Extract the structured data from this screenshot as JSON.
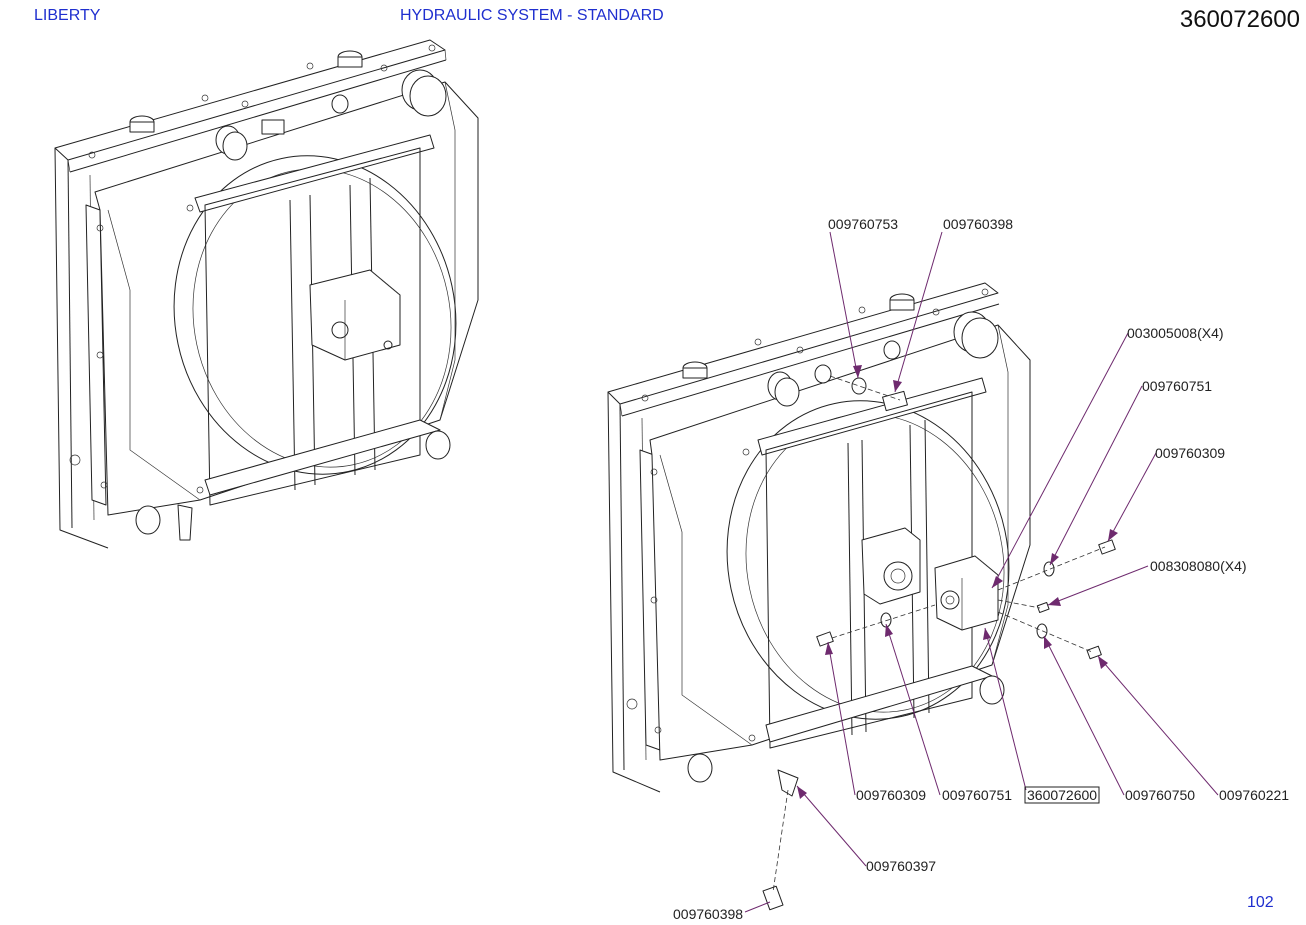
{
  "header": {
    "brand": "LIBERTY",
    "system": "HYDRAULIC SYSTEM - STANDARD",
    "document_number": "360072600"
  },
  "footer": {
    "page_number": "102"
  },
  "callouts": [
    {
      "id": "c1",
      "label": "009760753"
    },
    {
      "id": "c2",
      "label": "009760398"
    },
    {
      "id": "c3",
      "label": "003005008(X4)"
    },
    {
      "id": "c4",
      "label": "009760751"
    },
    {
      "id": "c5",
      "label": "009760309"
    },
    {
      "id": "c6",
      "label": "008308080(X4)"
    },
    {
      "id": "c7",
      "label": "009760309"
    },
    {
      "id": "c8",
      "label": "009760751"
    },
    {
      "id": "c9",
      "label": "360072600",
      "boxed": true
    },
    {
      "id": "c10",
      "label": "009760750"
    },
    {
      "id": "c11",
      "label": "009760221"
    },
    {
      "id": "c12",
      "label": "009760397"
    },
    {
      "id": "c13",
      "label": "009760398"
    }
  ],
  "colors": {
    "header_text": "#1f2fcf",
    "leader": "#6e2a6e",
    "line": "#222222"
  }
}
